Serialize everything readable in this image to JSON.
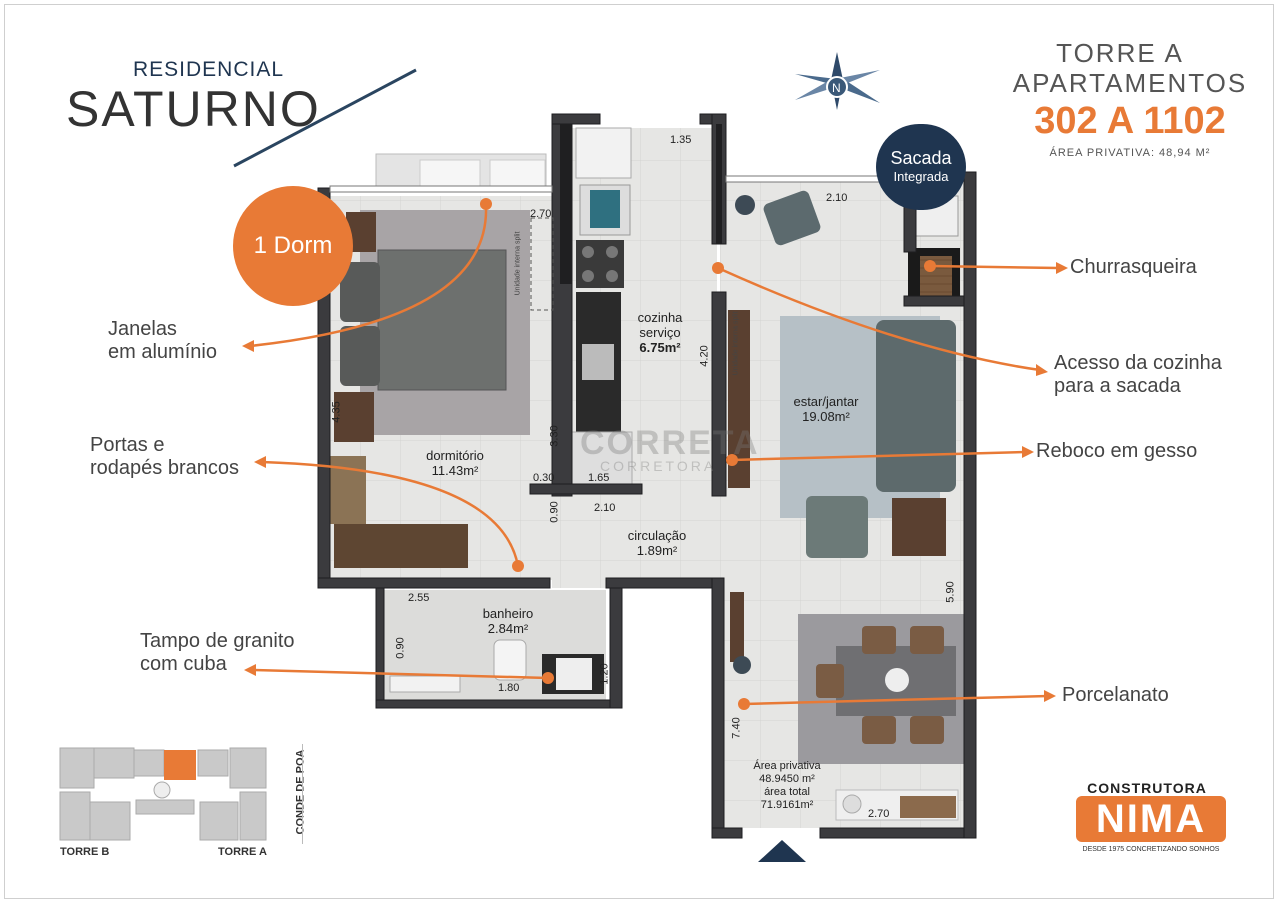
{
  "brand": {
    "residencial": "RESIDENCIAL",
    "name": "SATURNO",
    "colors": {
      "navy": "#1f3550",
      "orange": "#e87a36",
      "grey": "#444444"
    }
  },
  "header": {
    "torre": "TORRE A",
    "apartamentos": "APARTAMENTOS",
    "range": "302 A 1102",
    "area_privativa": "ÁREA PRIVATIVA: 48,94 M²"
  },
  "badges": {
    "dorm": "1 Dorm",
    "sacada_line1": "Sacada",
    "sacada_line2": "Integrada"
  },
  "callouts": {
    "janelas": [
      "Janelas",
      "em alumínio"
    ],
    "portas": [
      "Portas e",
      "rodapés brancos"
    ],
    "tampo": [
      "Tampo de granito",
      "com cuba"
    ],
    "churrasqueira": "Churrasqueira",
    "acesso": [
      "Acesso da cozinha",
      "para a sacada"
    ],
    "reboco": "Reboco em gesso",
    "porcelanato": "Porcelanato"
  },
  "rooms": {
    "dormitorio": [
      "dormitório",
      "11.43m²"
    ],
    "cozinha": [
      "cozinha",
      "serviço",
      "6.75m²"
    ],
    "estar": [
      "estar/jantar",
      "19.08m²"
    ],
    "circulacao": [
      "circulação",
      "1.89m²"
    ],
    "banheiro": [
      "banheiro",
      "2.84m²"
    ],
    "area": [
      "Área privativa",
      "48.9450 m²",
      "área total",
      "71.9161m²"
    ]
  },
  "dimensions": {
    "d135": "1.35",
    "d210a": "2.10",
    "d270a": "2.70",
    "d420": "4.20",
    "d330": "3.30",
    "d030": "0.30",
    "d165": "1.65",
    "d090a": "0.90",
    "d210b": "2.10",
    "d255": "2.55",
    "d090b": "0.90",
    "d120": "1.20",
    "d180": "1.80",
    "d590": "5.90",
    "d740": "7.40",
    "d270b": "2.70",
    "d435": "4.35"
  },
  "split_labels": {
    "dorm": "Unidade interna split",
    "sala": "Unidade interna split"
  },
  "watermark": {
    "line1": "CORRETA",
    "line2": "CORRETORA"
  },
  "site_plan": {
    "torre_b": "TORRE B",
    "torre_a": "TORRE A",
    "street": "CONDE DE POA"
  },
  "builder": {
    "construtora": "CONSTRUTORA",
    "name": "NIMA",
    "slogan": "DESDE 1975 CONCRETIZANDO SONHOS"
  },
  "icons": {
    "compass": "compass-rose-icon",
    "entry": "entry-arrow-icon"
  }
}
